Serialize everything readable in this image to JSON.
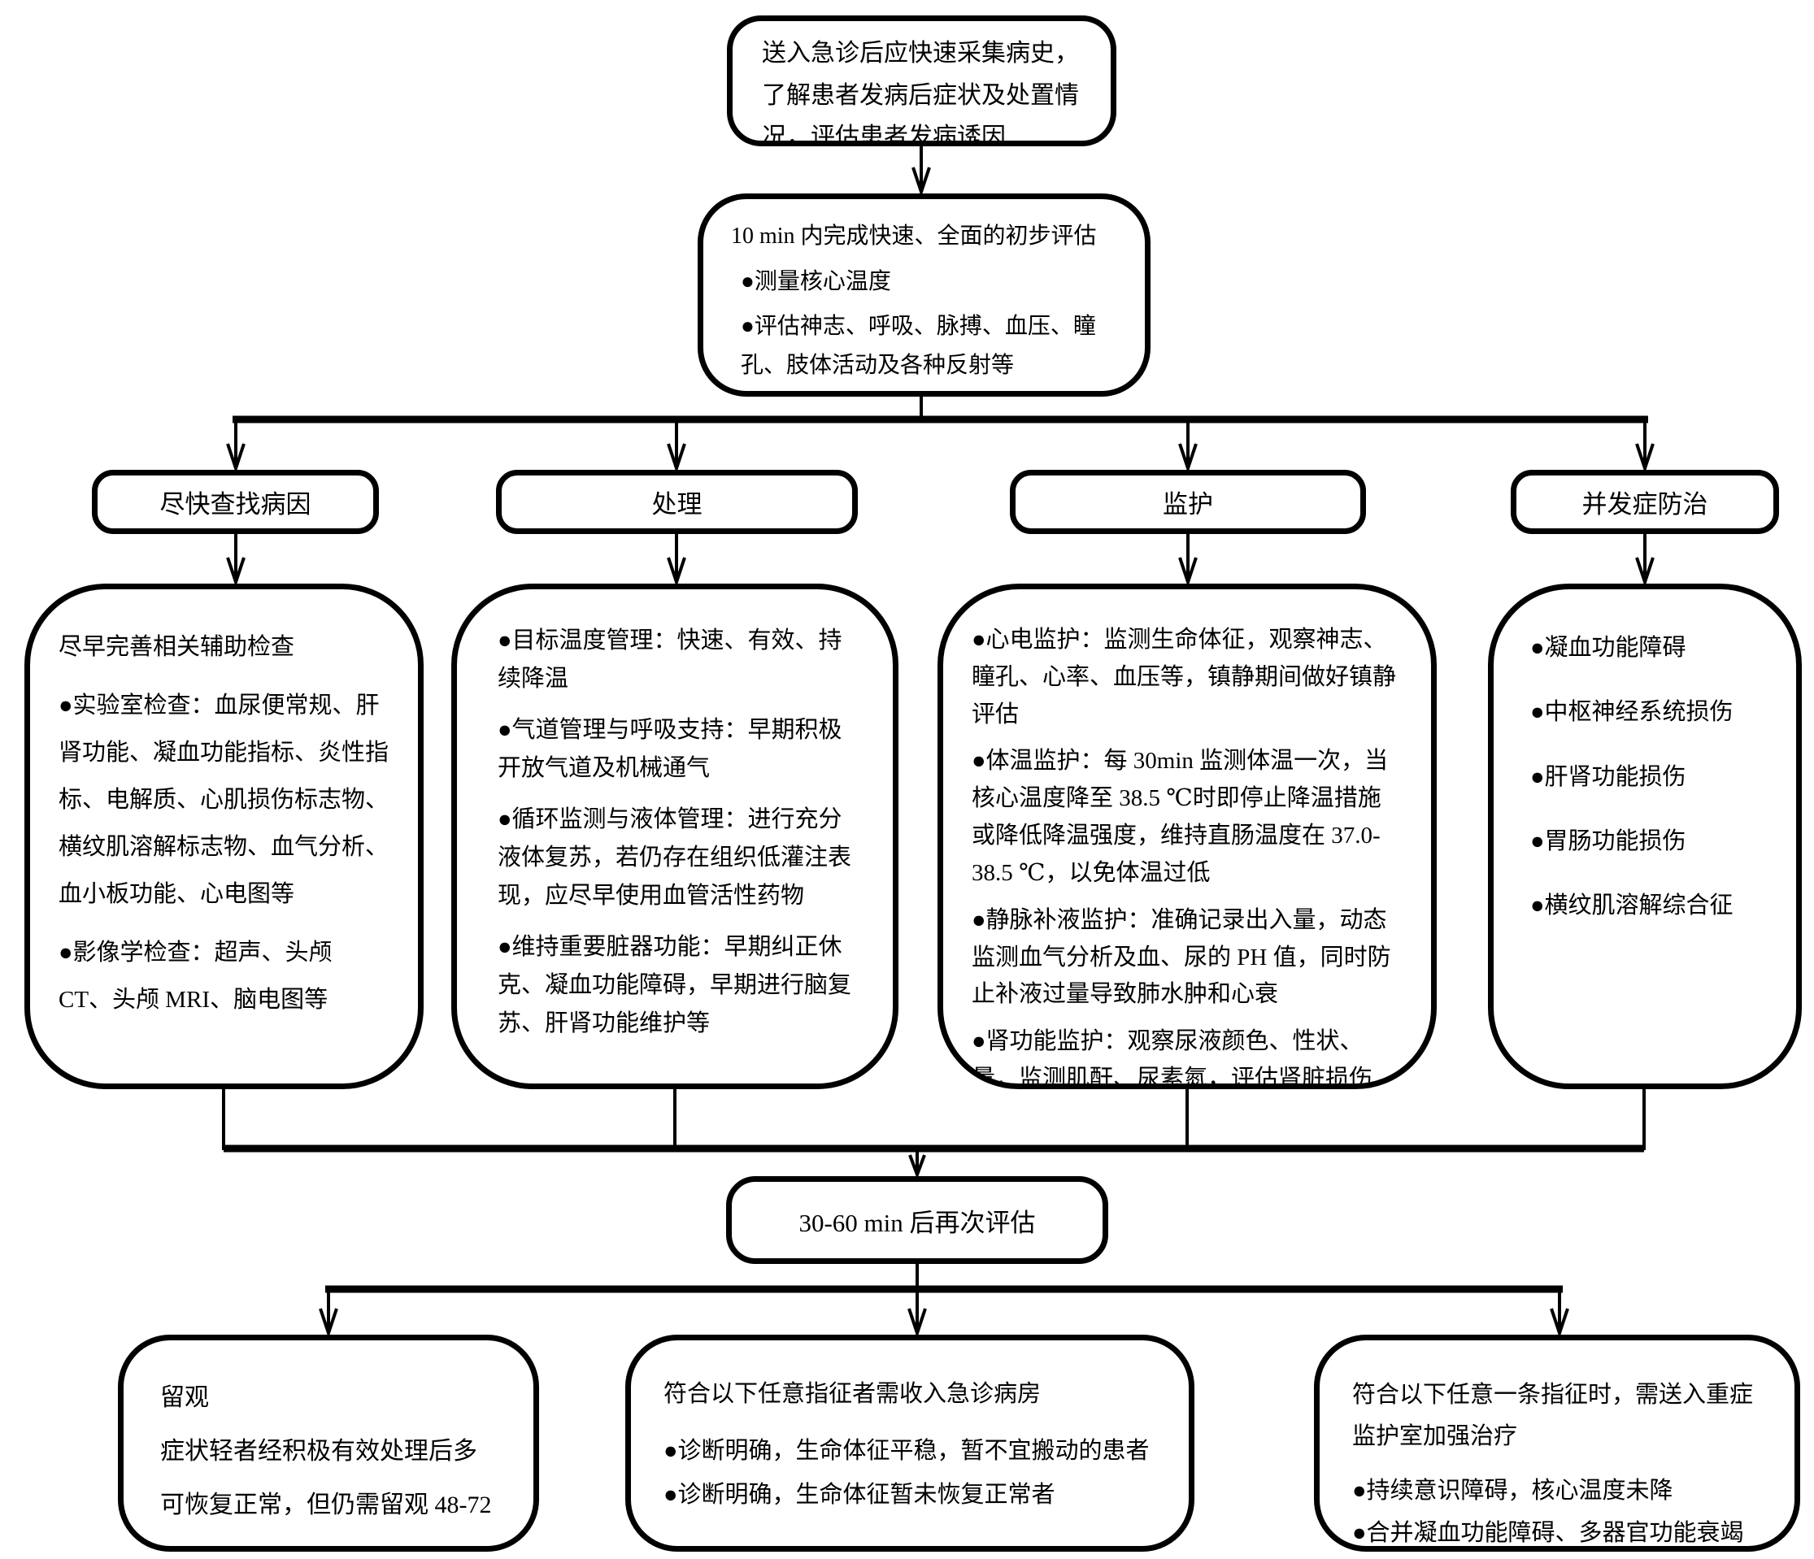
{
  "flowchart": {
    "start": {
      "text": "送入急诊后应快速采集病史，了解患者发病后症状及处置情况，评估患者发病诱因"
    },
    "initial": {
      "title": "10 min 内完成快速、全面的初步评估",
      "bullets": [
        "测量核心温度",
        "评估神志、呼吸、脉搏、血压、瞳孔、肢体活动及各种反射等"
      ]
    },
    "branches": [
      {
        "header": "尽快查找病因",
        "intro": "尽早完善相关辅助检查",
        "bullets": [
          "实验室检查：血尿便常规、肝肾功能、凝血功能指标、炎性指标、电解质、心肌损伤标志物、横纹肌溶解标志物、血气分析、血小板功能、心电图等",
          "影像学检查：超声、头颅 CT、头颅 MRI、脑电图等"
        ]
      },
      {
        "header": "处理",
        "bullets": [
          "目标温度管理：快速、有效、持续降温",
          "气道管理与呼吸支持：早期积极开放气道及机械通气",
          "循环监测与液体管理：进行充分液体复苏，若仍存在组织低灌注表现，应尽早使用血管活性药物",
          "维持重要脏器功能：早期纠正休克、凝血功能障碍，早期进行脑复苏、肝肾功能维护等"
        ]
      },
      {
        "header": "监护",
        "bullets": [
          "心电监护：监测生命体征，观察神志、瞳孔、心率、血压等，镇静期间做好镇静评估",
          "体温监护：每 30min 监测体温一次，当核心温度降至 38.5 ℃时即停止降温措施或降低降温强度，维持直肠温度在 37.0-38.5 ℃，以免体温过低",
          "静脉补液监护：准确记录出入量，动态监测血气分析及血、尿的 PH 值，同时防止补液过量导致肺水肿和心衰",
          "肾功能监护：观察尿液颜色、性状、量，监测肌酐、尿素氮，评估肾脏损伤"
        ]
      },
      {
        "header": "并发症防治",
        "bullets": [
          "凝血功能障碍",
          "中枢神经系统损伤",
          "肝肾功能损伤",
          "胃肠功能损伤",
          "横纹肌溶解综合征"
        ]
      }
    ],
    "reassess": {
      "text": "30-60 min 后再次评估"
    },
    "outcomes": [
      {
        "title": "留观",
        "body": "症状轻者经积极有效处理后多可恢复正常，但仍需留观 48-72"
      },
      {
        "title": "符合以下任意指征者需收入急诊病房",
        "bullets": [
          "诊断明确，生命体征平稳，暂不宜搬动的患者",
          "诊断明确，生命体征暂未恢复正常者"
        ]
      },
      {
        "title": "符合以下任意一条指征时，需送入重症监护室加强治疗",
        "bullets": [
          "持续意识障碍，核心温度未降",
          "合并凝血功能障碍、多器官功能衰竭等"
        ]
      }
    ]
  }
}
